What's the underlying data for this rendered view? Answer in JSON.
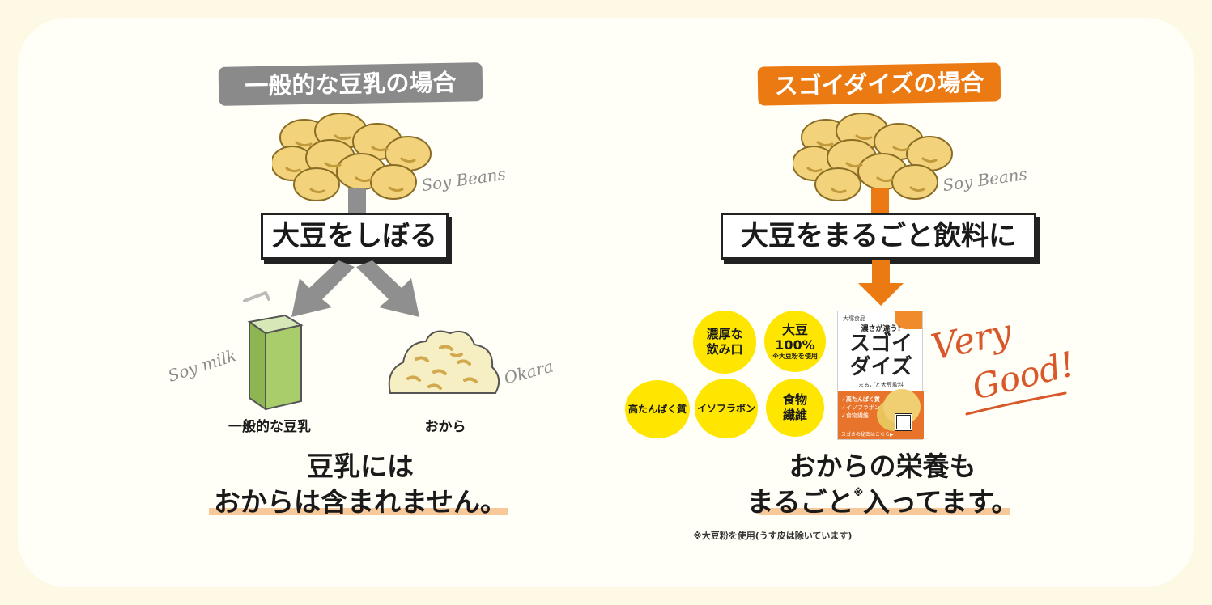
{
  "left": {
    "tag": "一般的な豆乳の場合",
    "beans_label": "Soy Beans",
    "action": "大豆をしぼる",
    "milk_label": "Soy milk",
    "milk_caption": "一般的な豆乳",
    "okara_label": "Okara",
    "okara_caption": "おから",
    "result_line1": "豆乳には",
    "result_line2": "おからは含まれません。"
  },
  "right": {
    "tag": "スゴイダイズの場合",
    "beans_label": "Soy Beans",
    "action": "大豆をまるごと飲料に",
    "circles": {
      "c1": "濃厚な\n飲み口",
      "c2a": "大豆",
      "c2b": "100%",
      "c2c": "※大豆粉を使用",
      "c3": "高たんぱく質",
      "c4": "イソフラボン",
      "c5": "食物\n繊維"
    },
    "package": {
      "maker": "大塚食品",
      "tagline": "濃さが違う!",
      "name_line1": "スゴイ",
      "name_line2": "ダイズ",
      "sub": "まるごと大豆飲料",
      "badge1": "✓高たんぱく質",
      "badge2": "✓イソフラボン",
      "badge3": "✓食物繊維",
      "bottom": "スゴさの秘密はこちら▶"
    },
    "very": "Very",
    "good": "Good!",
    "result_line1": "おからの栄養も",
    "result_line2a": "まるごと",
    "result_mark": "※",
    "result_line2b": "入ってます。",
    "footnote": "※大豆粉を使用(うす皮は除いています)"
  },
  "colors": {
    "gray_tag": "#8a8a8a",
    "orange_tag": "#ec7a12",
    "bean": "#f2d27a",
    "circle": "#ffe600",
    "milk_pack": "#a9cd6a"
  }
}
